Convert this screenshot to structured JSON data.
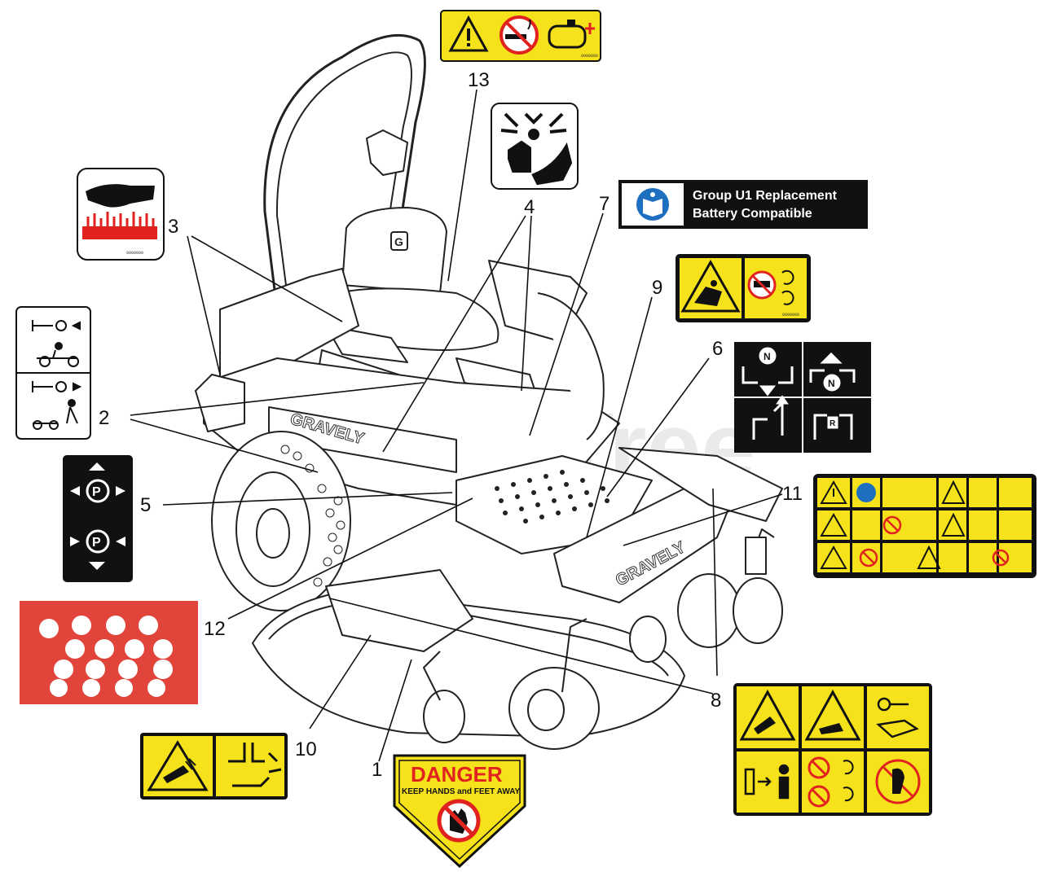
{
  "callouts": [
    "1",
    "2",
    "3",
    "4",
    "5",
    "6",
    "7",
    "8",
    "9",
    "10",
    "11",
    "12",
    "13"
  ],
  "decals": {
    "battery": {
      "line1": "Group U1 Replacement",
      "line2": "Battery Compatible"
    },
    "danger": {
      "title": "DANGER",
      "subtitle": "KEEP HANDS and FEET AWAY"
    },
    "brand": "GRAVELY",
    "seat_logo": "G",
    "parking_brake_letter": "P",
    "neutral_letter": "N",
    "reverse_letter": "R"
  },
  "watermark": "PartsTree",
  "colors": {
    "decal_yellow": "#f5e21b",
    "danger_red": "#e0231f",
    "decal_black": "#111111",
    "mower_line": "#222222",
    "watermark": "#d9d9d9"
  },
  "icons": [
    "warning-triangle-icon",
    "no-smoking-icon",
    "fuel-tank-icon",
    "hand-burn-icon",
    "hand-crush-icon",
    "manual-book-icon",
    "rollover-icon",
    "control-lever-icon",
    "no-step-icon",
    "parking-brake-icon",
    "blade-hazard-icon"
  ]
}
